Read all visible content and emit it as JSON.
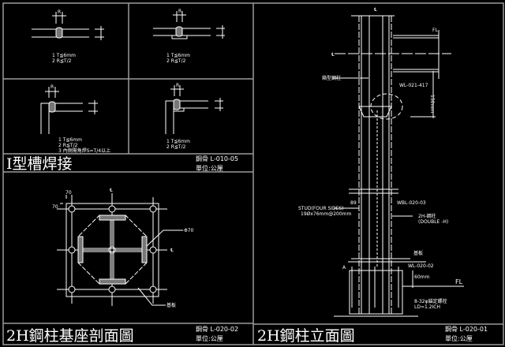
{
  "panel_weld": {
    "title": "I型槽焊接",
    "code": "鋼骨 L-010-05",
    "unit": "單位:公厘",
    "details": [
      {
        "notes": [
          "1 T≦6mm",
          "2 R≦T/2"
        ],
        "dim_r": "R",
        "dim_t": "T"
      },
      {
        "notes": [
          "1 T≦6mm",
          "2 R≦T/2"
        ],
        "dim_r": "R",
        "dim_t": "T"
      },
      {
        "notes": [
          "1 T≦6mm",
          "2 R≦T/2",
          "3 內側需角焊S=T/4以上"
        ],
        "dim_r": "R",
        "dim_t": "T"
      },
      {
        "notes": [
          "1 T≦6mm",
          "2 R≦T/2"
        ],
        "dim_r": "R",
        "dim_t": "T"
      }
    ]
  },
  "panel_base": {
    "title": "2H鋼柱基座剖面圖",
    "code": "鋼骨 L-020-02",
    "unit": "單位:公厘",
    "dim_x": "70",
    "dim_y": "70",
    "centerline": "℄",
    "hole_note": "Φ70",
    "plate_label": "基板"
  },
  "panel_elev": {
    "title": "2H鋼柱立面圖",
    "code": "鋼骨 L-020-01",
    "unit": "單位:公厘",
    "centerline": "℄",
    "fl_top": "FL",
    "fl_bottom": "FL",
    "box_column": "箱型鋼柱",
    "ref_top": "WL-021-417",
    "dim_top": "150mm",
    "stud_1": "STUD(FOUR SIDES)",
    "stud_2": "19Øx76mm@200mm",
    "ref_mid": "WBL-020-03",
    "ref_mid_left": "89",
    "column_1": "2H-鋼柱",
    "column_2": "(DOUBLE -H)",
    "plate_label": "基板",
    "ref_base": "WL-020-02",
    "section_mark": "A",
    "dim_grout": "60mm",
    "anchor_1": "8-32φ錨定螺栓",
    "anchor_2": "LD=1.2ICH"
  }
}
